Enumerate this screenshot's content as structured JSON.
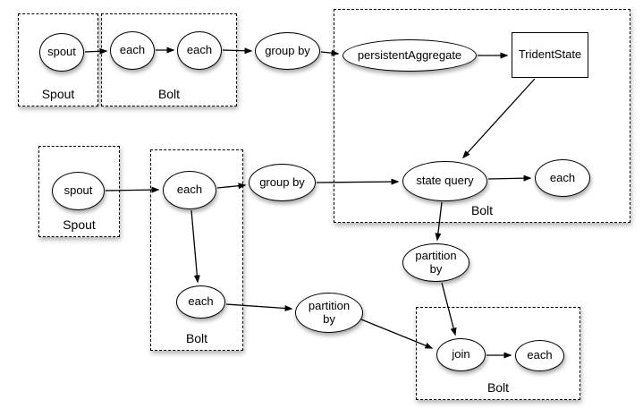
{
  "groups": [
    {
      "id": "spout-group-1",
      "label": "Spout"
    },
    {
      "id": "bolt-group-1",
      "label": "Bolt"
    },
    {
      "id": "bolt-group-2",
      "label": "Bolt"
    },
    {
      "id": "spout-group-2",
      "label": "Spout"
    },
    {
      "id": "bolt-group-3",
      "label": "Bolt"
    },
    {
      "id": "bolt-group-4",
      "label": "Bolt"
    }
  ],
  "nodes": {
    "spout1": {
      "label": "spout",
      "shape": "ellipse"
    },
    "each1": {
      "label": "each",
      "shape": "ellipse"
    },
    "each2": {
      "label": "each",
      "shape": "ellipse"
    },
    "groupby1": {
      "label": "group by",
      "shape": "ellipse"
    },
    "persistent_aggregate": {
      "label": "persistentAggregate",
      "shape": "ellipse"
    },
    "trident_state": {
      "label": "TridentState",
      "shape": "rect"
    },
    "state_query": {
      "label": "state query",
      "shape": "ellipse"
    },
    "each3": {
      "label": "each",
      "shape": "ellipse"
    },
    "spout2": {
      "label": "spout",
      "shape": "ellipse"
    },
    "each4": {
      "label": "each",
      "shape": "ellipse"
    },
    "groupby2": {
      "label": "group by",
      "shape": "ellipse"
    },
    "each5": {
      "label": "each",
      "shape": "ellipse"
    },
    "partitionby1": {
      "label": "partition by",
      "shape": "ellipse"
    },
    "partitionby2": {
      "label": "partition by",
      "shape": "ellipse"
    },
    "join": {
      "label": "join",
      "shape": "ellipse"
    },
    "each6": {
      "label": "each",
      "shape": "ellipse"
    }
  },
  "edges": [
    {
      "from": "spout1",
      "to": "each1"
    },
    {
      "from": "each1",
      "to": "each2"
    },
    {
      "from": "each2",
      "to": "groupby1"
    },
    {
      "from": "groupby1",
      "to": "persistent_aggregate"
    },
    {
      "from": "persistent_aggregate",
      "to": "trident_state"
    },
    {
      "from": "trident_state",
      "to": "state_query"
    },
    {
      "from": "groupby2",
      "to": "state_query"
    },
    {
      "from": "state_query",
      "to": "each3"
    },
    {
      "from": "state_query",
      "to": "partitionby1"
    },
    {
      "from": "partitionby1",
      "to": "join"
    },
    {
      "from": "spout2",
      "to": "each4"
    },
    {
      "from": "each4",
      "to": "groupby2"
    },
    {
      "from": "each4",
      "to": "each5"
    },
    {
      "from": "each5",
      "to": "partitionby2"
    },
    {
      "from": "partitionby2",
      "to": "join"
    },
    {
      "from": "join",
      "to": "each6"
    }
  ],
  "colors": {
    "background": "#ffffff",
    "stroke": "#000000",
    "node_fill": "#ffffff"
  }
}
